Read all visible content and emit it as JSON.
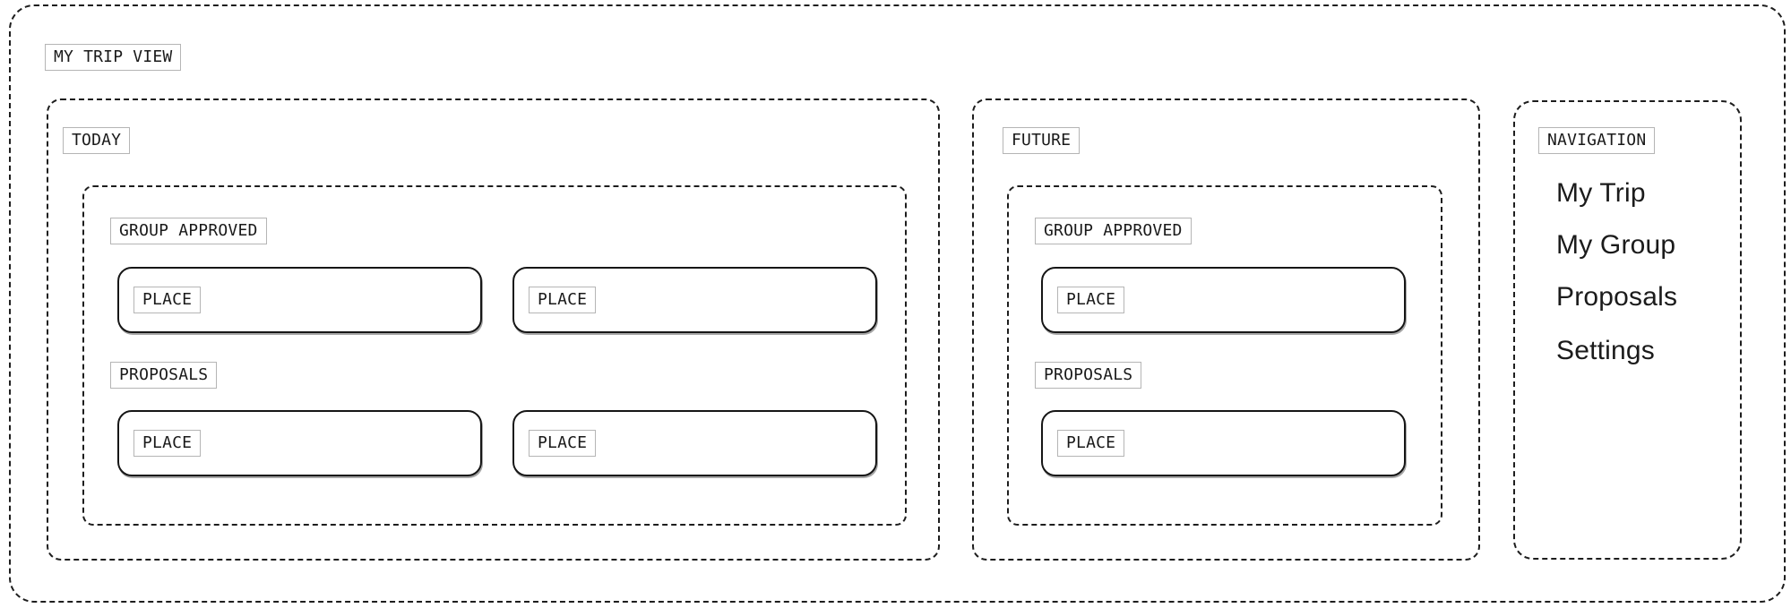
{
  "page": {
    "title_label": "MY TRIP VIEW"
  },
  "colors": {
    "background": "#ffffff",
    "ink": "#1d1d1d",
    "label_border": "#b5b5b5",
    "text": "#1a1a1a"
  },
  "sections": {
    "today": {
      "label": "TODAY",
      "group_approved": {
        "label": "GROUP APPROVED",
        "places": [
          {
            "label": "PLACE"
          },
          {
            "label": "PLACE"
          }
        ]
      },
      "proposals": {
        "label": "PROPOSALS",
        "places": [
          {
            "label": "PLACE"
          },
          {
            "label": "PLACE"
          }
        ]
      }
    },
    "future": {
      "label": "FUTURE",
      "group_approved": {
        "label": "GROUP APPROVED",
        "places": [
          {
            "label": "PLACE"
          }
        ]
      },
      "proposals": {
        "label": "PROPOSALS",
        "places": [
          {
            "label": "PLACE"
          }
        ]
      }
    }
  },
  "navigation": {
    "label": "NAVIGATION",
    "items": [
      {
        "label": "My Trip"
      },
      {
        "label": "My Group"
      },
      {
        "label": "Proposals"
      },
      {
        "label": "Settings"
      }
    ]
  }
}
